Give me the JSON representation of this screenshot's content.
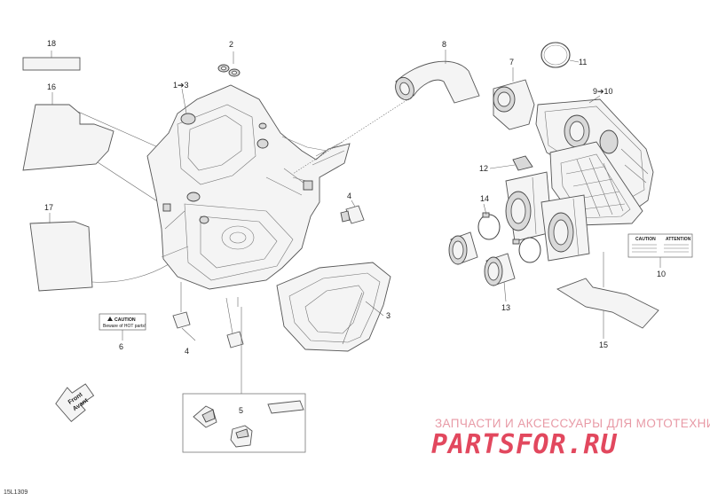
{
  "callouts": {
    "c1": "1➔3",
    "c2": "2",
    "c3": "3",
    "c4a": "4",
    "c4b": "4",
    "c4c": "4",
    "c5": "5",
    "c6": "6",
    "c7": "7",
    "c8": "8",
    "c9": "9➔10",
    "c10": "10",
    "c11": "11",
    "c12": "12",
    "c13": "13",
    "c14": "14",
    "c15": "15",
    "c16": "16",
    "c17": "17",
    "c18": "18"
  },
  "decals": {
    "caution_left_title": "CAUTION",
    "caution_left_text": "Beware of HOT parts!",
    "caution_right_title": "CAUTION",
    "attention_right_title": "ATTENTION"
  },
  "front_arrow": {
    "line1": "Front",
    "line2": "Avant"
  },
  "watermark": {
    "tagline": "ЗАПЧАСТИ И АКСЕССУАРЫ ДЛЯ МОТОТЕХНИКИ",
    "logo": "PARTSFOR.RU"
  },
  "diagram_code": "15L1309",
  "colors": {
    "line": "#555555",
    "watermark_light": "#e89aa6",
    "watermark_logo": "#e2485e"
  }
}
